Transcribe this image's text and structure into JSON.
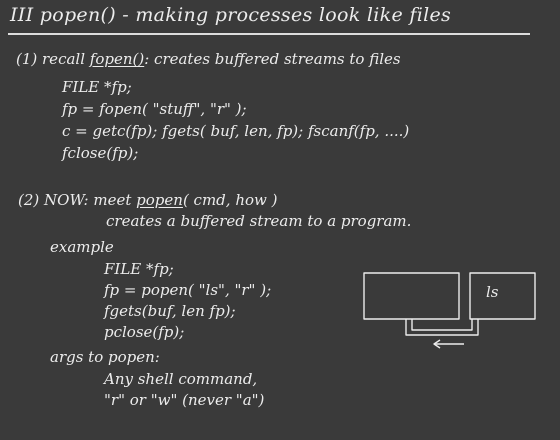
{
  "title": "III  popen() - making processes look like files",
  "section1": {
    "prefix": "(1) recall ",
    "fopen": "fopen()",
    "suffix": ": creates buffered streams to files",
    "code": [
      "FILE *fp;",
      "fp  =  fopen( \"stuff\",  \"r\" );",
      "c = getc(fp); fgets( buf, len, fp);  fscanf(fp, ....)",
      "fclose(fp);"
    ]
  },
  "section2": {
    "prefix": "(2) NOW:  meet  ",
    "popen": "popen",
    "suffix": "( cmd, how )",
    "desc": "creates a buffered stream to a program.",
    "example_label": "example",
    "example_code": [
      "FILE *fp;",
      "fp = popen( \"ls\", \"r\" );",
      "fgets(buf, len fp);",
      "pclose(fp);"
    ],
    "args_label": "args to popen:",
    "args": [
      "Any shell command,",
      "\"r\" or \"w\" (never \"a\")"
    ]
  },
  "diagram": {
    "right_box_label": "ls"
  },
  "colors": {
    "background": "#3a3a3a",
    "chalk": "#ececec"
  }
}
